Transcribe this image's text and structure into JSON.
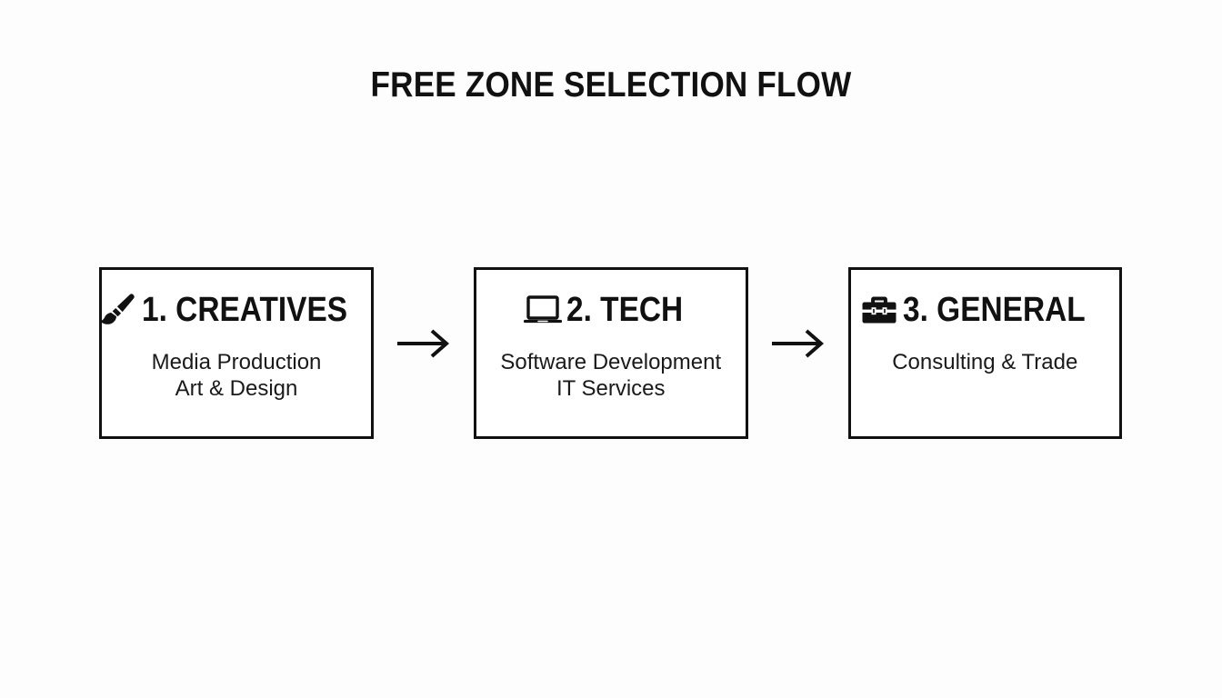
{
  "page": {
    "title": "FREE ZONE SELECTION FLOW",
    "background_color": "#fdfdfd",
    "ink_color": "#111111"
  },
  "flow": {
    "arrow_glyph": "→",
    "stages": [
      {
        "icon": "paintbrush-icon",
        "heading": "1. CREATIVES",
        "lines": [
          "Media Production",
          "Art & Design"
        ]
      },
      {
        "icon": "laptop-icon",
        "heading": "2. TECH",
        "lines": [
          "Software Development",
          "IT Services"
        ]
      },
      {
        "icon": "briefcase-icon",
        "heading": "3. GENERAL",
        "lines": [
          "Consulting & Trade"
        ]
      }
    ]
  }
}
